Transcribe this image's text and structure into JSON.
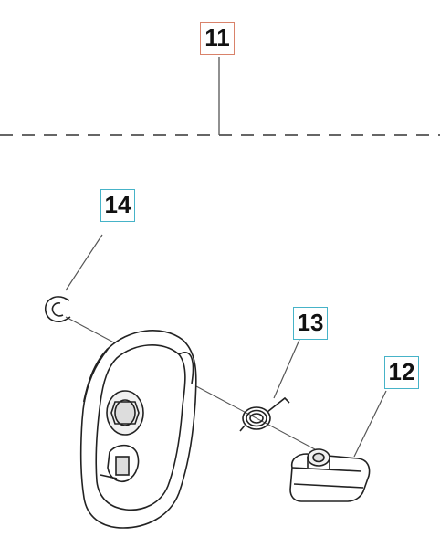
{
  "callouts": [
    {
      "id": "11",
      "label": "11",
      "border_color": "#d9826a"
    },
    {
      "id": "14",
      "label": "14",
      "border_color": "#46b3c8"
    },
    {
      "id": "13",
      "label": "13",
      "border_color": "#46b3c8"
    },
    {
      "id": "12",
      "label": "12",
      "border_color": "#46b3c8"
    }
  ],
  "colors": {
    "line": "#555555",
    "part_stroke": "#222222",
    "part_fill": "#ffffff",
    "shade": "#dddddd"
  }
}
